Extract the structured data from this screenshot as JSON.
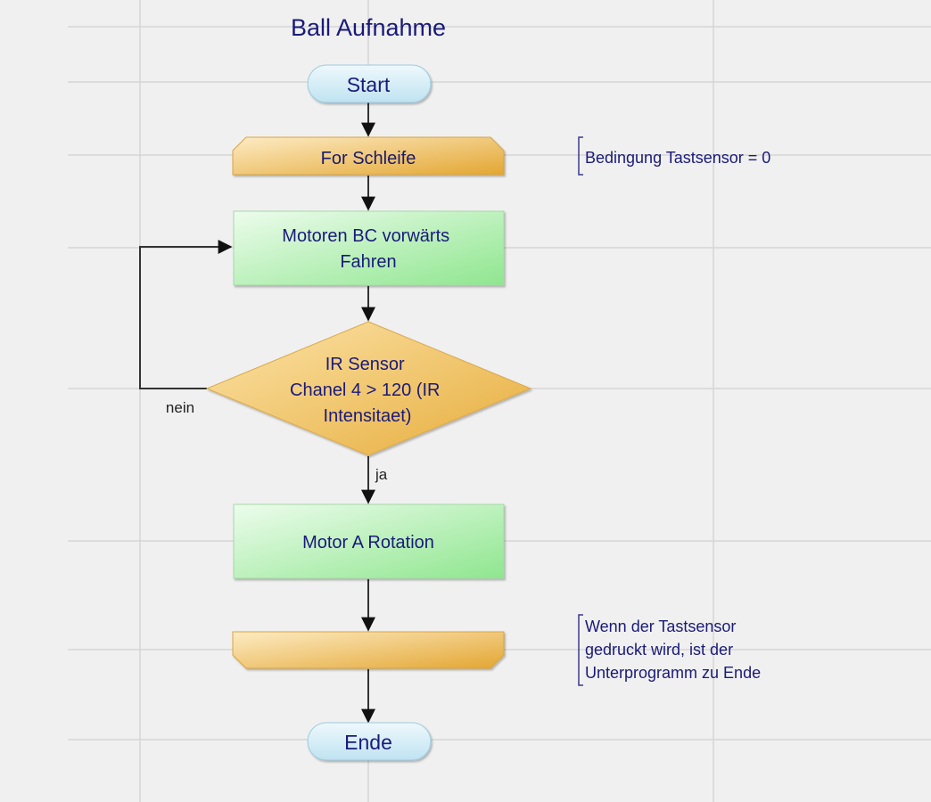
{
  "diagram": {
    "title": "Ball Aufnahme",
    "nodes": {
      "start": {
        "type": "terminator",
        "label": "Start"
      },
      "loop_start": {
        "type": "loop-start",
        "label": "For Schleife"
      },
      "drive": {
        "type": "process",
        "lines": [
          "Motoren BC vorwärts",
          "Fahren"
        ]
      },
      "decision": {
        "type": "decision",
        "lines": [
          "IR Sensor",
          "Chanel 4 > 120 (IR",
          "Intensitaet)"
        ]
      },
      "rotate": {
        "type": "process",
        "label": "Motor A Rotation"
      },
      "loop_end": {
        "type": "loop-end",
        "label": ""
      },
      "end": {
        "type": "terminator",
        "label": "Ende"
      }
    },
    "edges": [
      {
        "from": "start",
        "to": "loop_start",
        "label": ""
      },
      {
        "from": "loop_start",
        "to": "drive",
        "label": ""
      },
      {
        "from": "drive",
        "to": "decision",
        "label": ""
      },
      {
        "from": "decision",
        "to": "drive",
        "label": "nein"
      },
      {
        "from": "decision",
        "to": "rotate",
        "label": "ja"
      },
      {
        "from": "rotate",
        "to": "loop_end",
        "label": ""
      },
      {
        "from": "loop_end",
        "to": "end",
        "label": ""
      }
    ],
    "annotations": {
      "loop_condition": {
        "lines": [
          "Bedingung Tastsensor = 0"
        ]
      },
      "loop_exit": {
        "lines": [
          "Wenn der Tastsensor",
          "gedruckt wird, ist der",
          "Unterprogramm zu Ende"
        ]
      }
    }
  },
  "colors": {
    "background": "#f0f0f0",
    "grid": "#d6d6d6",
    "text": "#1a1a7a",
    "edge_text": "#222222",
    "connector": "#333333",
    "terminator_fill": "#d6eef8",
    "process_fill": "#c4f2c4",
    "loop_fill": "#f0c060",
    "decision_fill": "#f2c668"
  }
}
